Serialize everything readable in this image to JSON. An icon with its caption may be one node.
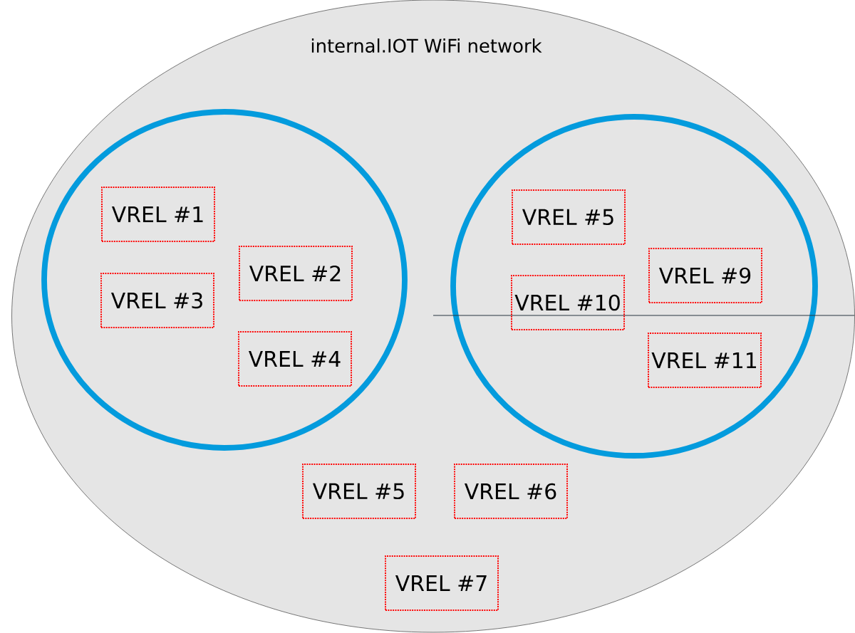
{
  "diagram": {
    "nodes": [
      {
        "text": [
          "internal.IOT WiFi network"
        ]
      },
      {
        "text": [],
        "shape": "circle",
        "in": 0
      },
      {
        "text": [
          "VREL #1"
        ],
        "in": 1
      },
      {
        "text": [
          "VREL #2"
        ],
        "in": 1
      },
      {
        "text": [
          "VREL #3"
        ],
        "in": 1
      },
      {
        "text": [
          "VREL #4"
        ],
        "in": 1
      },
      {
        "text": [],
        "shape": "circle",
        "in": 0
      },
      {
        "text": [
          "VREL #5"
        ],
        "in": 6
      },
      {
        "text": [
          "VREL #9"
        ],
        "in": 6
      },
      {
        "text": [
          "VREL #10"
        ],
        "in": 6
      },
      {
        "text": [
          "VREL #11"
        ],
        "in": 6
      },
      {
        "text": [
          "VREL #5"
        ],
        "in": 0
      },
      {
        "text": [
          "VREL #6"
        ],
        "in": 0
      },
      {
        "text": [
          "VREL #7"
        ],
        "in": 0
      }
    ]
  }
}
